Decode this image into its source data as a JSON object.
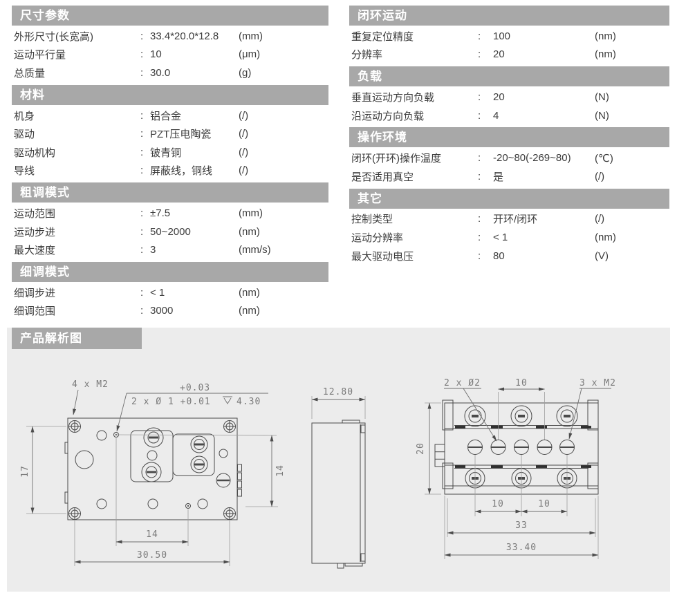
{
  "ui": {
    "colon": ":"
  },
  "colors": {
    "page_bg": "#ffffff",
    "header_bg": "#a8a8a8",
    "panel_bg": "#ececec",
    "text": "#3c3c3c",
    "line": "#4a4a4a",
    "dim": "#7a7a7a"
  },
  "spec": {
    "left": {
      "sections": [
        {
          "title": "尺寸参数",
          "rows": [
            {
              "label": "外形尺寸(长宽高)",
              "value": "33.4*20.0*12.8",
              "unit": "(mm)"
            },
            {
              "label": "运动平行量",
              "value": "10",
              "unit": "(μm)"
            },
            {
              "label": "总质量",
              "value": "30.0",
              "unit": "(g)"
            }
          ]
        },
        {
          "title": "材料",
          "rows": [
            {
              "label": "机身",
              "value": "铝合金",
              "unit": "(/)"
            },
            {
              "label": "驱动",
              "value": "PZT压电陶瓷",
              "unit": "(/)"
            },
            {
              "label": "驱动机构",
              "value": "铍青铜",
              "unit": "(/)"
            },
            {
              "label": "导线",
              "value": "屏蔽线，铜线",
              "unit": "(/)"
            }
          ]
        },
        {
          "title": "粗调模式",
          "rows": [
            {
              "label": "运动范围",
              "value": "±7.5",
              "unit": "(mm)"
            },
            {
              "label": "运动步进",
              "value": "50~2000",
              "unit": "(nm)"
            },
            {
              "label": "最大速度",
              "value": "3",
              "unit": "(mm/s)"
            }
          ]
        },
        {
          "title": "细调模式",
          "rows": [
            {
              "label": "细调步进",
              "value": "< 1",
              "unit": "(nm)"
            },
            {
              "label": "细调范围",
              "value": "3000",
              "unit": "(nm)"
            }
          ]
        }
      ]
    },
    "right": {
      "sections": [
        {
          "title": "闭环运动",
          "rows": [
            {
              "label": "重复定位精度",
              "value": "100",
              "unit": "(nm)"
            },
            {
              "label": "分辨率",
              "value": "20",
              "unit": "(nm)"
            }
          ]
        },
        {
          "title": "负载",
          "rows": [
            {
              "label": "垂直运动方向负载",
              "value": "20",
              "unit": "(N)"
            },
            {
              "label": "沿运动方向负载",
              "value": "4",
              "unit": "(N)"
            }
          ]
        },
        {
          "title": "操作环境",
          "rows": [
            {
              "label": "闭环(开环)操作温度",
              "value": "-20~80(-269~80)",
              "unit": "(℃)"
            },
            {
              "label": "是否适用真空",
              "value": "是",
              "unit": "(/)"
            }
          ]
        },
        {
          "title": "其它",
          "rows": [
            {
              "label": "控制类型",
              "value": "开环/闭环",
              "unit": "(/)"
            },
            {
              "label": "运动分辨率",
              "value": "< 1",
              "unit": "(nm)"
            },
            {
              "label": "最大驱动电压",
              "value": "80",
              "unit": "(V)"
            }
          ]
        }
      ]
    }
  },
  "diagram": {
    "title": "产品解析图",
    "top_view": {
      "callout_screws": "4 x M2",
      "tolerance_upper": "+0.03",
      "callout_holes": "2 x Ø 1 +0.01",
      "depth": "4.30",
      "dim_height_left": "17",
      "dim_height_right": "14",
      "dim_width_inner": "14",
      "dim_width_outer": "30.50"
    },
    "side_view": {
      "dim_width": "12.80"
    },
    "front_view": {
      "callout_holes": "2 x Ø2",
      "dim_top": "10",
      "callout_screws": "3 x M2",
      "dim_height": "20",
      "dim_bottom_left": "10",
      "dim_bottom_right": "10",
      "dim_width_inner": "33",
      "dim_width_outer": "33.40"
    }
  }
}
